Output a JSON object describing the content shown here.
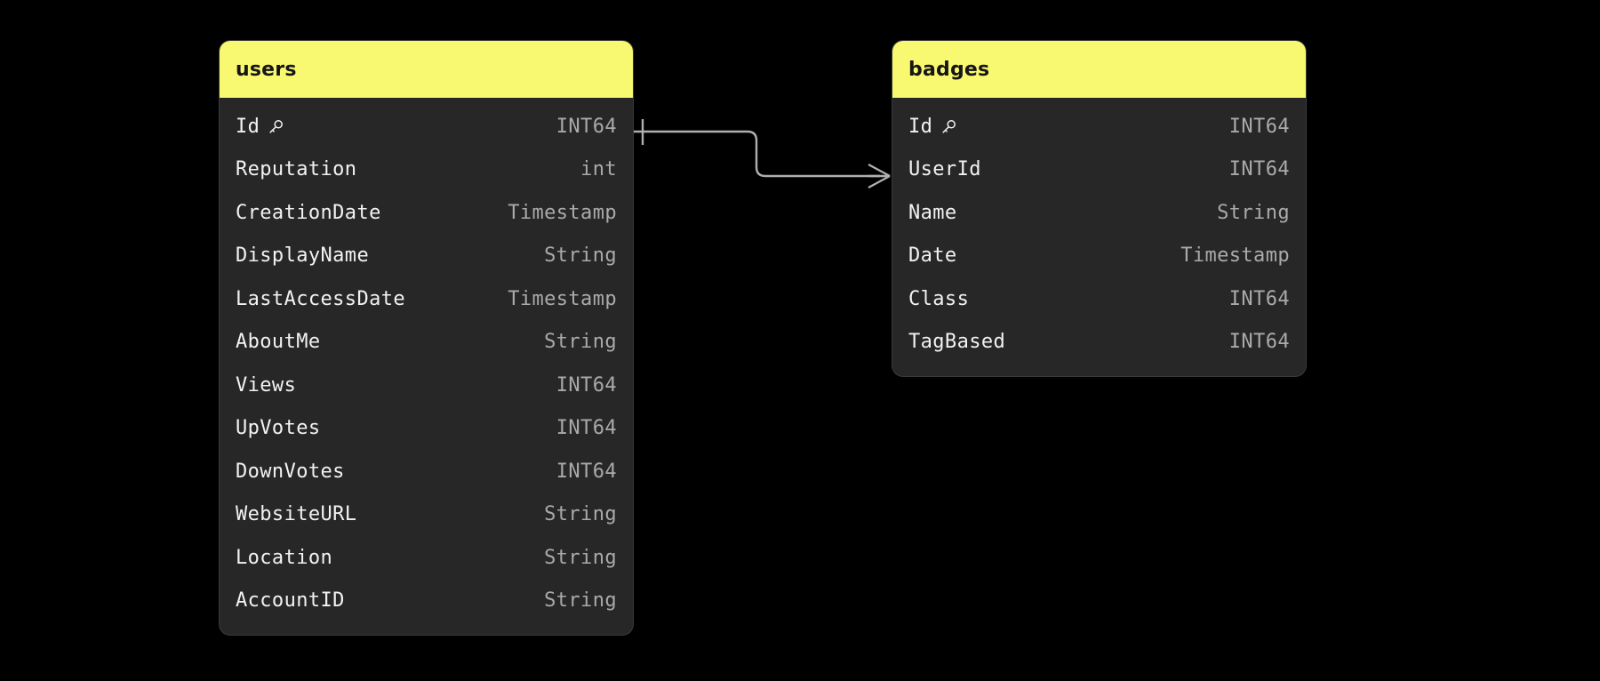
{
  "diagram": {
    "type": "entity-relationship-diagram",
    "background_color": "#000000",
    "header_color": "#F8F871",
    "card_color": "#272727",
    "field_name_color": "#F2F2F2",
    "field_type_color": "#A9AAAC",
    "connector_color": "#AFAFAF"
  },
  "entities": [
    {
      "name": "users",
      "primary_key_icon": "key-icon",
      "fields": [
        {
          "name": "Id",
          "type": "INT64",
          "primary_key": true
        },
        {
          "name": "Reputation",
          "type": "int",
          "primary_key": false
        },
        {
          "name": "CreationDate",
          "type": "Timestamp",
          "primary_key": false
        },
        {
          "name": "DisplayName",
          "type": "String",
          "primary_key": false
        },
        {
          "name": "LastAccessDate",
          "type": "Timestamp",
          "primary_key": false
        },
        {
          "name": "AboutMe",
          "type": "String",
          "primary_key": false
        },
        {
          "name": "Views",
          "type": "INT64",
          "primary_key": false
        },
        {
          "name": "UpVotes",
          "type": "INT64",
          "primary_key": false
        },
        {
          "name": "DownVotes",
          "type": "INT64",
          "primary_key": false
        },
        {
          "name": "WebsiteURL",
          "type": "String",
          "primary_key": false
        },
        {
          "name": "Location",
          "type": "String",
          "primary_key": false
        },
        {
          "name": "AccountID",
          "type": "String",
          "primary_key": false
        }
      ]
    },
    {
      "name": "badges",
      "primary_key_icon": "key-icon",
      "fields": [
        {
          "name": "Id",
          "type": "INT64",
          "primary_key": true
        },
        {
          "name": "UserId",
          "type": "INT64",
          "primary_key": false
        },
        {
          "name": "Name",
          "type": "String",
          "primary_key": false
        },
        {
          "name": "Date",
          "type": "Timestamp",
          "primary_key": false
        },
        {
          "name": "Class",
          "type": "INT64",
          "primary_key": false
        },
        {
          "name": "TagBased",
          "type": "INT64",
          "primary_key": false
        }
      ]
    }
  ],
  "relationships": [
    {
      "from_entity": "users",
      "from_field": "Id",
      "to_entity": "badges",
      "to_field": "UserId",
      "from_cardinality": "one",
      "to_cardinality": "many",
      "from_marker": "one-tick-marker",
      "to_marker": "crows-foot-marker"
    }
  ]
}
